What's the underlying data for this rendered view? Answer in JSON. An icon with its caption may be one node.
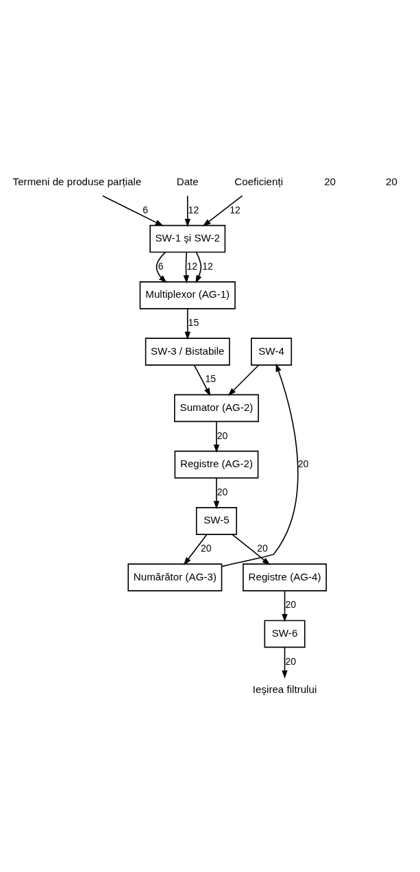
{
  "diagram": {
    "nodes": [
      {
        "text": [
          "Termeni de produse parțiale"
        ]
      },
      {
        "text": [
          "Date"
        ]
      },
      {
        "text": [
          "Coeficienți"
        ]
      },
      {
        "text": [
          "SW-1 şi SW-2"
        ]
      },
      {
        "text": [
          "Multiplexor (AG-1)"
        ]
      },
      {
        "text": [
          "SW-3 / Bistabile"
        ]
      },
      {
        "text": [
          "SW-4"
        ]
      },
      {
        "text": [
          "Sumator (AG-2)"
        ]
      },
      {
        "text": [
          "Registre (AG-2)"
        ]
      },
      {
        "text": [
          "SW-5"
        ]
      },
      {
        "text": [
          "Numărător (AG-3)"
        ]
      },
      {
        "text": [
          "Registre (AG-4)"
        ]
      },
      {
        "text": [
          "SW-6"
        ]
      },
      {
        "text": [
          "Ieşirea filtrului"
        ]
      }
    ],
    "edges": [
      {
        "from": 0,
        "to": 3,
        "arrow": "to",
        "label": "6"
      },
      {
        "from": 1,
        "to": 3,
        "arrow": "to",
        "label": "12"
      },
      {
        "from": 2,
        "to": 3,
        "arrow": "to",
        "label": "12"
      },
      {
        "from": 3,
        "to": 4,
        "arrow": "to",
        "label": "6"
      },
      {
        "from": 3,
        "to": 4,
        "arrow": "to",
        "label": "12"
      },
      {
        "from": 3,
        "to": 4,
        "arrow": "to",
        "label": "12"
      },
      {
        "from": 4,
        "to": 5,
        "arrow": "to",
        "label": "15"
      },
      {
        "from": 5,
        "to": 7,
        "arrow": "to",
        "label": "15"
      },
      {
        "from": 10,
        "to": 6,
        "arrow": "to",
        "label": "20"
      },
      {
        "from": 6,
        "to": 7,
        "arrow": "to"
      },
      {
        "from": 7,
        "to": 8,
        "arrow": "to",
        "label": "20"
      },
      {
        "from": 8,
        "to": 9,
        "arrow": "to",
        "label": "20"
      },
      {
        "from": 9,
        "to": 10,
        "arrow": "to",
        "label": "20"
      },
      {
        "from": 9,
        "to": 11,
        "arrow": "to",
        "label": "20"
      },
      {
        "from": 11,
        "to": 12,
        "arrow": "to",
        "label": "20"
      },
      {
        "from": 12,
        "to": 13,
        "arrow": "to",
        "label": "20"
      }
    ],
    "labels": [
      "20",
      "20"
    ]
  }
}
